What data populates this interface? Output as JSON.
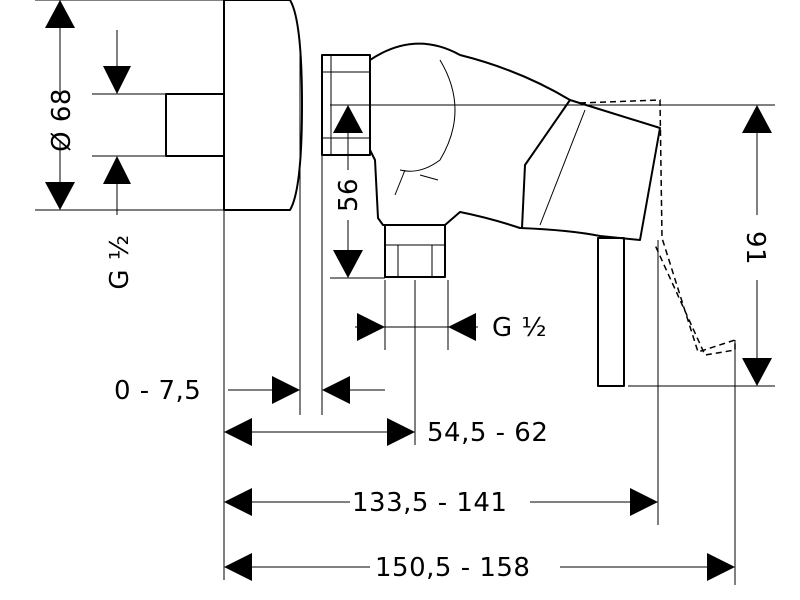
{
  "dimensions": {
    "diameter": "Ø 68",
    "thread_left": "G ½",
    "height_outlet": "56",
    "thread_bottom": "G ½",
    "height_total": "91",
    "offset_range": "0 - 7,5",
    "depth_short": "54,5 - 62",
    "depth_medium": "133,5 - 141",
    "depth_total": "150,5 - 158"
  }
}
